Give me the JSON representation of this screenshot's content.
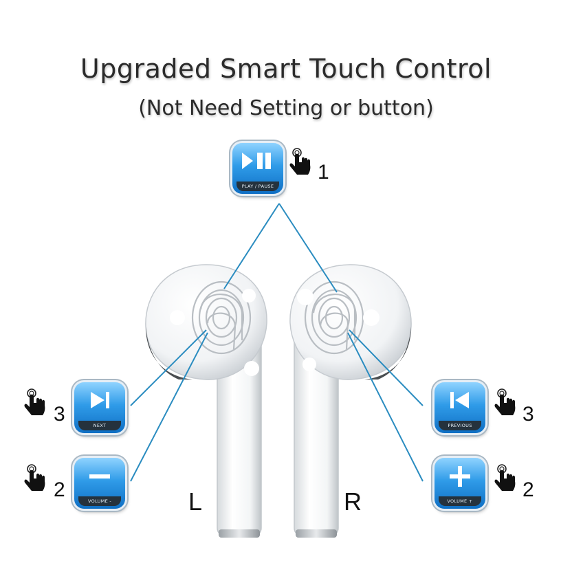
{
  "title": "Upgraded Smart Touch Control",
  "subtitle": "(Not Need Setting or button)",
  "colors": {
    "connector": "#2a8cc0",
    "button_top": "#8fd3ff",
    "button_bottom": "#0f6fc4"
  },
  "earbuds": {
    "left_label": "L",
    "right_label": "R"
  },
  "controls": {
    "play_pause": {
      "icon": "play-pause-icon",
      "caption": "PLAY / PAUSE",
      "taps": "1"
    },
    "next": {
      "icon": "next-icon",
      "caption": "NEXT",
      "taps": "3"
    },
    "volume_down": {
      "icon": "minus-icon",
      "caption": "VOLUME -",
      "taps": "2"
    },
    "previous": {
      "icon": "previous-icon",
      "caption": "PREVIOUS",
      "taps": "3"
    },
    "volume_up": {
      "icon": "plus-icon",
      "caption": "VOLUME +",
      "taps": "2"
    }
  }
}
